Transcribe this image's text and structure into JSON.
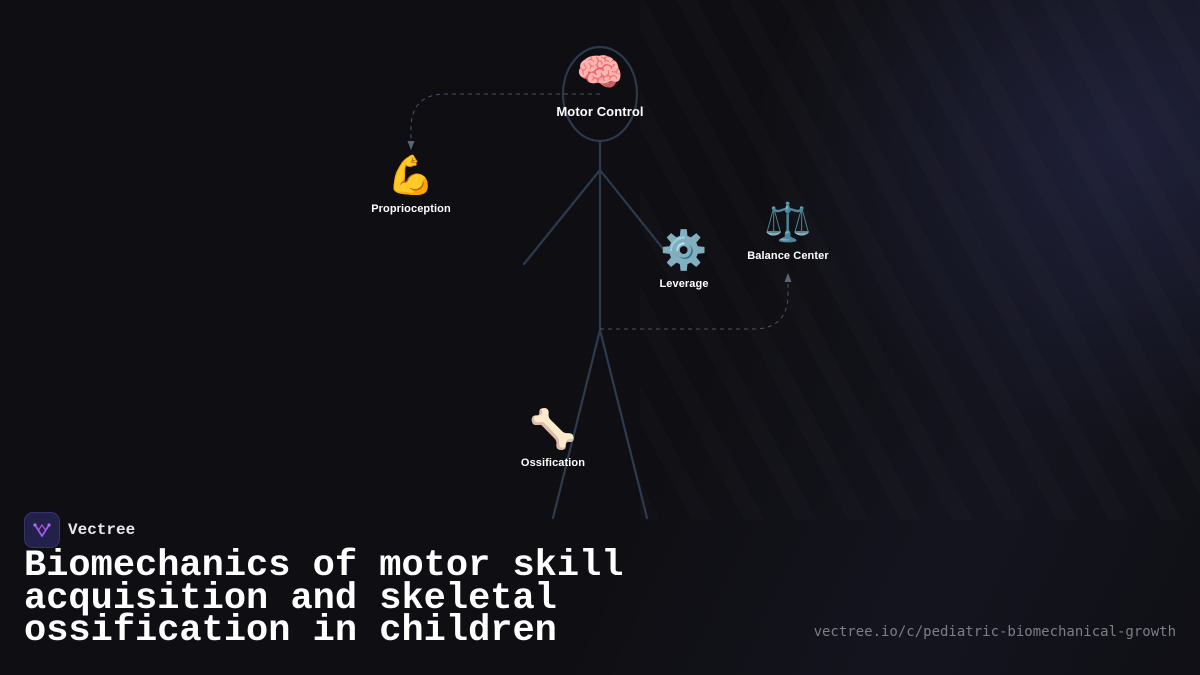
{
  "diagram": {
    "nodes": [
      {
        "id": "motor-control",
        "icon": "brain-icon",
        "glyph": "🧠",
        "label": "Motor Control"
      },
      {
        "id": "proprioception",
        "icon": "flexed-biceps-icon",
        "glyph": "💪",
        "label": "Proprioception"
      },
      {
        "id": "leverage",
        "icon": "gear-icon",
        "glyph": "⚙️",
        "label": "Leverage"
      },
      {
        "id": "balance-center",
        "icon": "balance-scale-icon",
        "glyph": "⚖️",
        "label": "Balance Center"
      },
      {
        "id": "ossification",
        "icon": "bone-icon",
        "glyph": "🦴",
        "label": "Ossification"
      }
    ],
    "connections": [
      {
        "from": "motor-control",
        "to": "proprioception",
        "style": "dashed"
      },
      {
        "from": "hip",
        "to": "balance-center",
        "style": "dashed"
      }
    ],
    "colors": {
      "figure_stroke": "#2c3a4e",
      "connector": "#4a5568"
    }
  },
  "brand": {
    "name": "Vectree",
    "logo_icon": "vectree-logo-icon"
  },
  "title": "Biomechanics of motor skill acquisition and skeletal ossification in children",
  "url": "vectree.io/c/pediatric-biomechanical-growth"
}
